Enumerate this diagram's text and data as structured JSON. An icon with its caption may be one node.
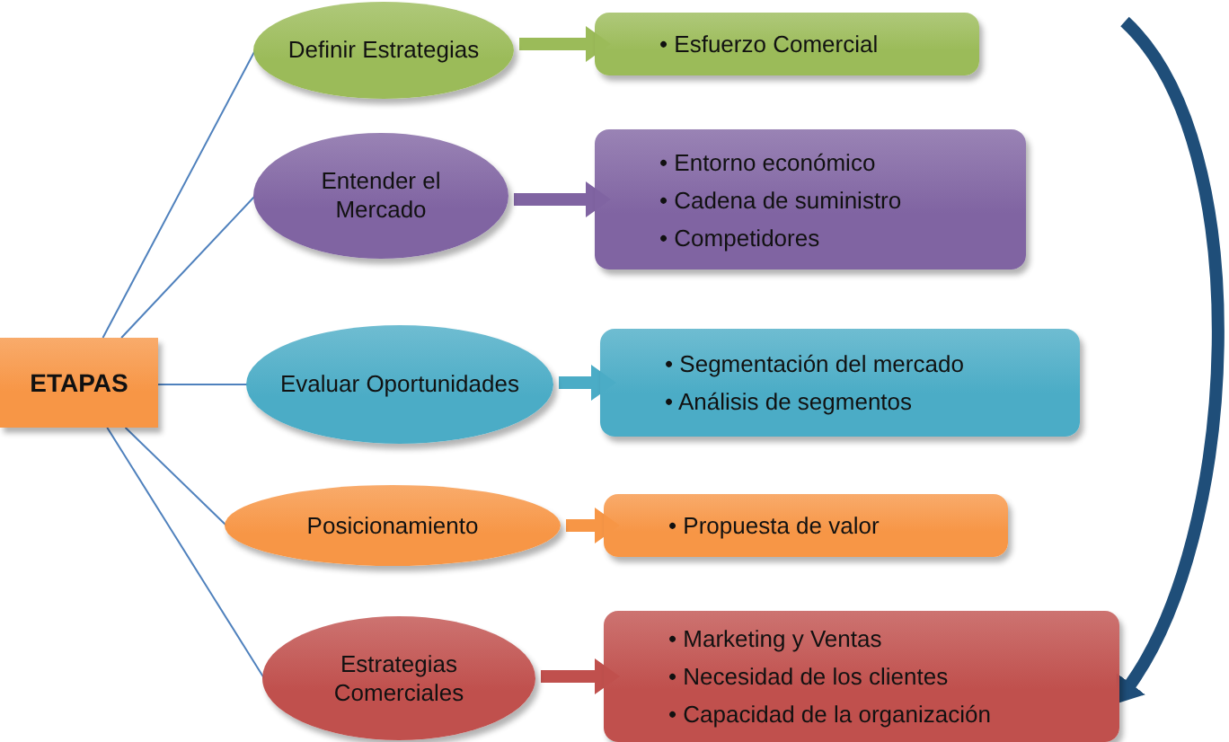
{
  "diagram": {
    "nodes": [
      {
        "text": [
          "ETAPAS"
        ]
      },
      {
        "text": [
          "Definir Estrategias"
        ]
      },
      {
        "text": [
          "Entender el Mercado"
        ]
      },
      {
        "text": [
          "Evaluar Oportunidades"
        ]
      },
      {
        "text": [
          "Posicionamiento"
        ]
      },
      {
        "text": [
          "Estrategias Comerciales"
        ]
      },
      {
        "text": [
          "• Esfuerzo Comercial"
        ]
      },
      {
        "text": [
          "• Entorno económico",
          "• Cadena de suministro",
          "• Competidores"
        ]
      },
      {
        "text": [
          "• Segmentación del mercado",
          "• Análisis de segmentos"
        ]
      },
      {
        "text": [
          "• Propuesta de valor"
        ]
      },
      {
        "text": [
          "• Marketing y Ventas",
          "• Necesidad de los clientes",
          "• Capacidad de la organización"
        ]
      }
    ],
    "edges": [
      {
        "from": 0,
        "to": 1,
        "arrow": "none"
      },
      {
        "from": 0,
        "to": 2,
        "arrow": "none"
      },
      {
        "from": 0,
        "to": 3,
        "arrow": "none"
      },
      {
        "from": 0,
        "to": 4,
        "arrow": "none"
      },
      {
        "from": 0,
        "to": 5,
        "arrow": "none"
      },
      {
        "from": 1,
        "to": 6,
        "arrow": "to",
        "color": "#9bbb59"
      },
      {
        "from": 2,
        "to": 7,
        "arrow": "to",
        "color": "#8064a2"
      },
      {
        "from": 3,
        "to": 8,
        "arrow": "to",
        "color": "#4bacc6"
      },
      {
        "from": 4,
        "to": 9,
        "arrow": "to",
        "color": "#f79646"
      },
      {
        "from": 5,
        "to": 10,
        "arrow": "to",
        "color": "#c0504d"
      },
      {
        "from": null,
        "to": 10,
        "arrow": "to",
        "color": "#1f4e79"
      }
    ]
  }
}
